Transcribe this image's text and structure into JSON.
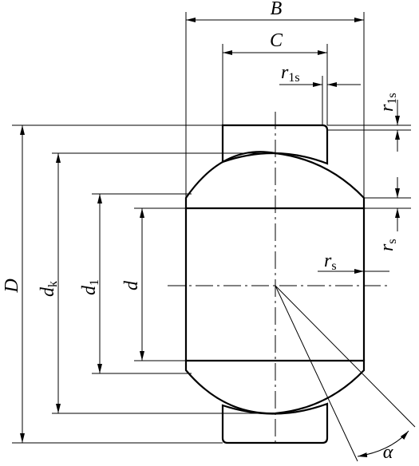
{
  "labels": {
    "B": "B",
    "C": "C",
    "D": "D",
    "dk": {
      "main": "d",
      "sub": "k"
    },
    "d1": {
      "main": "d",
      "sub": "1"
    },
    "d": "d",
    "r1s_top": {
      "main": "r",
      "sub": "1s"
    },
    "r1s_side": {
      "main": "r",
      "sub": "1s"
    },
    "rs_side": {
      "main": "r",
      "sub": "s"
    },
    "rs_inner": {
      "main": "r",
      "sub": "s"
    },
    "alpha": "α"
  }
}
